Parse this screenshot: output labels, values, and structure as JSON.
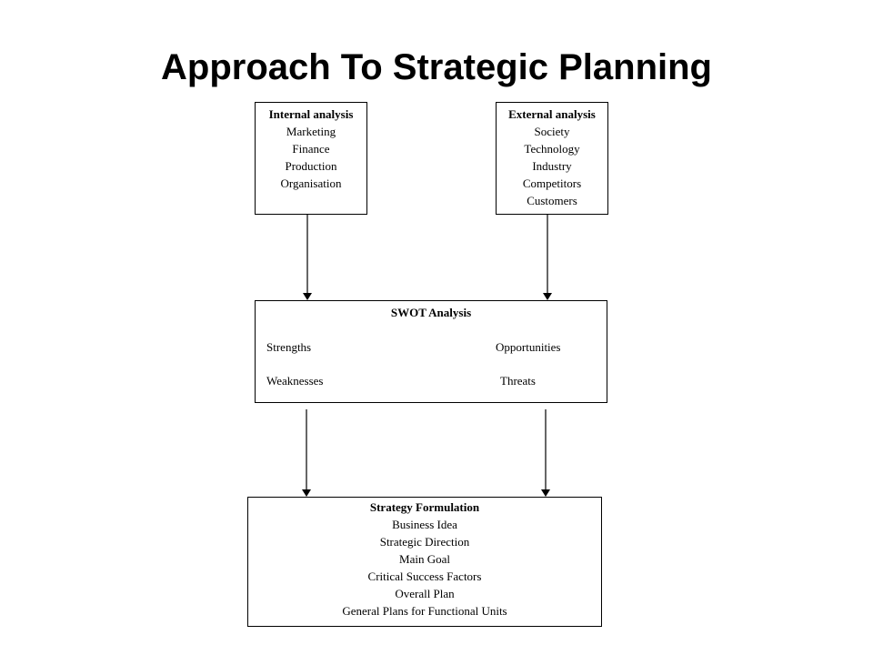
{
  "title": "Approach To Strategic Planning",
  "internal": {
    "heading": "Internal analysis",
    "items": [
      "Marketing",
      "Finance",
      "Production",
      "Organisation"
    ]
  },
  "external": {
    "heading": "External analysis",
    "items": [
      "Society",
      "Technology",
      "Industry",
      "Competitors",
      "Customers"
    ]
  },
  "swot": {
    "heading": "SWOT Analysis",
    "strengths": "Strengths",
    "opportunities": "Opportunities",
    "weaknesses": "Weaknesses",
    "threats": "Threats"
  },
  "strategy": {
    "heading": "Strategy Formulation",
    "items": [
      "Business Idea",
      "Strategic Direction",
      "Main Goal",
      "Critical Success Factors",
      "Overall Plan",
      "General Plans for Functional Units"
    ]
  }
}
